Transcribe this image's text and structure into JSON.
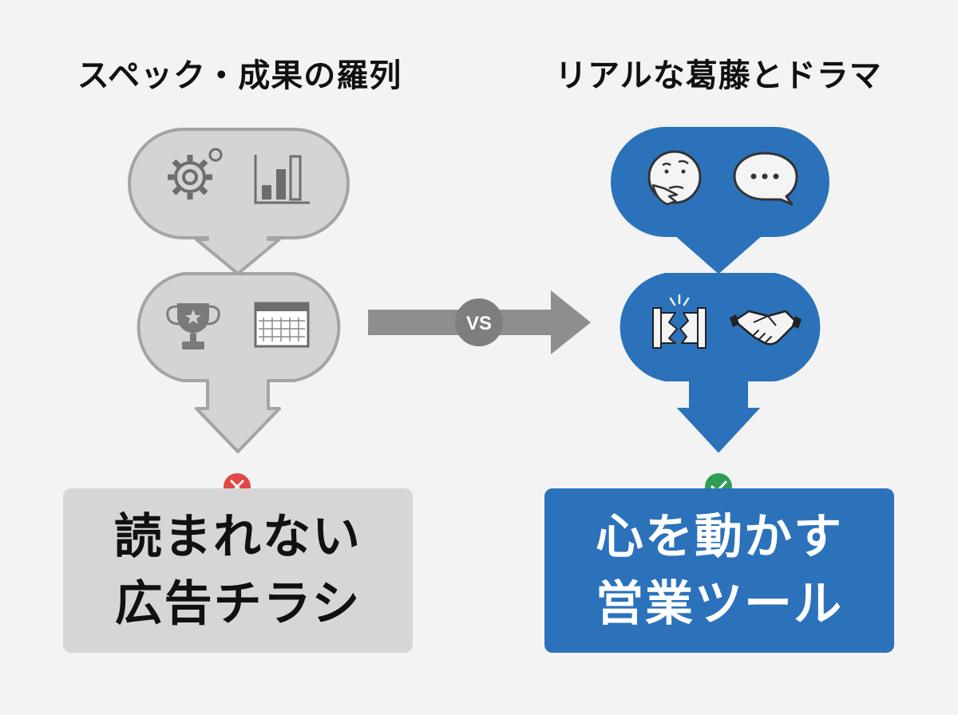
{
  "left_panel": {
    "title": "スペック・成果の羅列",
    "result_line1": "読まれない",
    "result_line2": "広告チラシ",
    "top_icons": [
      "gear-icon",
      "bar-chart-icon"
    ],
    "middle_icons": [
      "trophy-icon",
      "calendar-icon"
    ],
    "status_icon": "cross-icon",
    "color": "#9a9a9a"
  },
  "vs_label": "VS",
  "right_panel": {
    "title": "リアルな葛藤とドラマ",
    "result_line1": "心を動かす",
    "result_line2": "営業ツール",
    "top_icons": [
      "thinking-face-icon",
      "speech-bubble-icon"
    ],
    "middle_icons": [
      "broken-wall-icon",
      "handshake-icon"
    ],
    "status_icon": "check-icon",
    "color": "#2b72bb"
  }
}
